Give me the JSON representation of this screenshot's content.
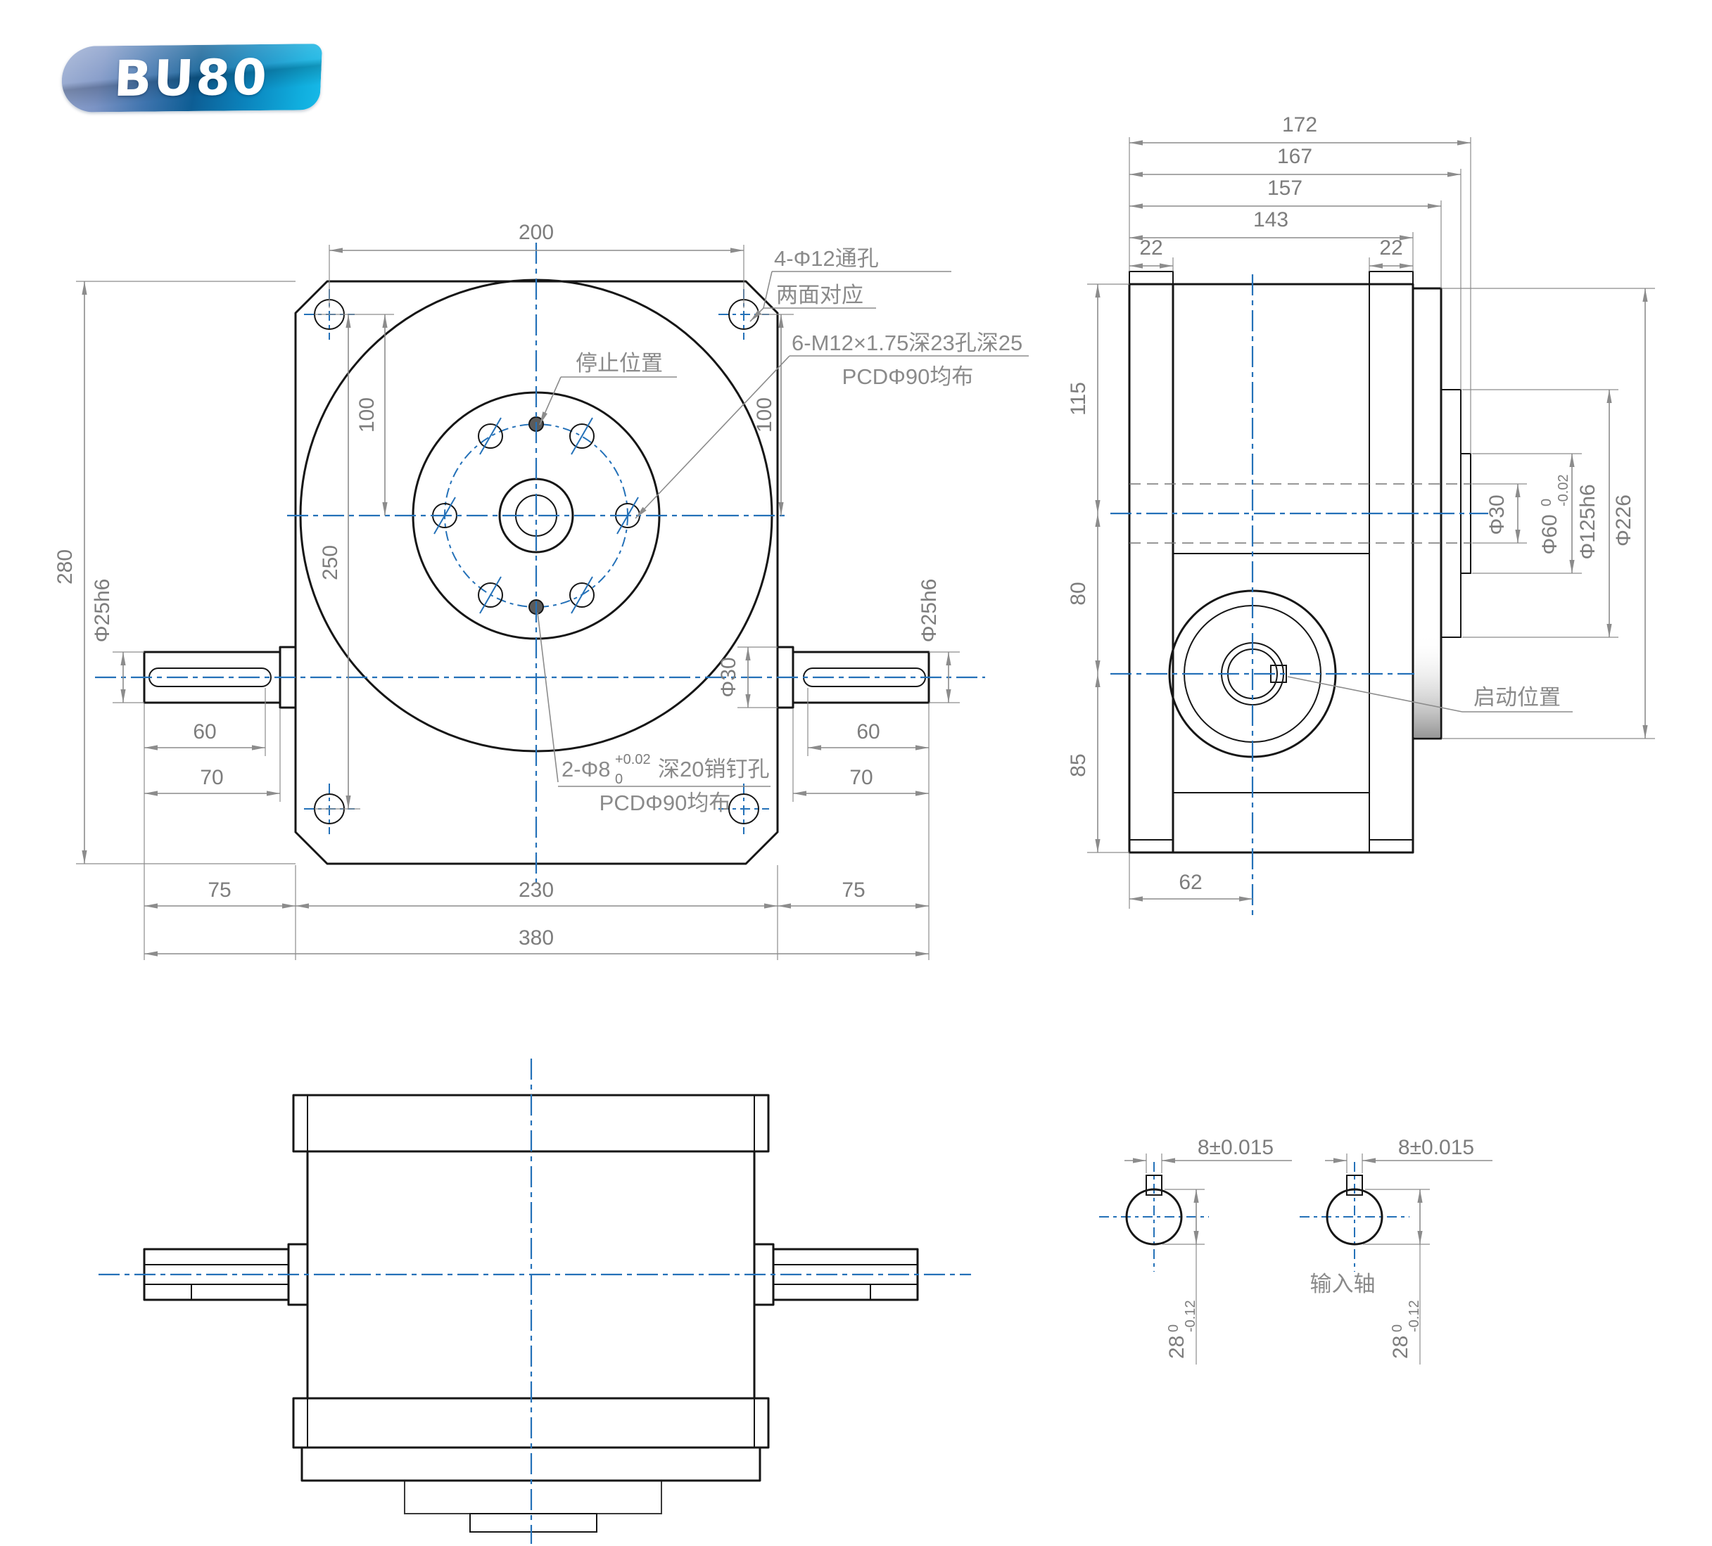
{
  "badge": {
    "model": "BU80"
  },
  "front": {
    "dim_200": "200",
    "dim_100_left": "100",
    "dim_100_right": "100",
    "dim_250": "250",
    "dim_280": "280",
    "dia_shaft_left": "Φ25h6",
    "dia_shaft_right": "Φ25h6",
    "dia_boss_right": "Φ30",
    "dim_60_left": "60",
    "dim_70_left": "70",
    "dim_60_right": "60",
    "dim_70_right": "70",
    "dim_75_left": "75",
    "dim_230": "230",
    "dim_75_right": "75",
    "dim_380": "380",
    "callout_stop": "停止位置",
    "callout_holes_1": "4-Φ12通孔",
    "callout_holes_2": "两面对应",
    "callout_tap_1": "6-M12×1.75深23孔深25",
    "callout_tap_2": "PCDΦ90均布",
    "callout_pin_pre": "2-Φ8",
    "callout_pin_sup": "+0.02",
    "callout_pin_sub": "0",
    "callout_pin_suf": "深20销钉孔",
    "callout_pin_2": "PCDΦ90均布"
  },
  "side": {
    "dim_172": "172",
    "dim_167": "167",
    "dim_157": "157",
    "dim_143": "143",
    "dim_22_left": "22",
    "dim_22_right": "22",
    "dim_115": "115",
    "dim_80": "80",
    "dim_85": "85",
    "dim_62": "62",
    "dia_30": "Φ30",
    "dia_60": "Φ60",
    "dia_60_sup": "0",
    "dia_60_sub": "-0.02",
    "dia_125": "Φ125h6",
    "dia_226": "Φ226",
    "callout_start": "启动位置"
  },
  "sections": {
    "key_left": "8±0.015",
    "key_right": "8±0.015",
    "dia_left": "28",
    "dia_left_sup": "0",
    "dia_left_sub": "-0.12",
    "dia_right": "28",
    "dia_right_sup": "0",
    "dia_right_sub": "-0.12",
    "label_input_shaft": "输入轴"
  },
  "colors": {
    "centerline_blue": "#2471b8",
    "part_line": "#161616",
    "dimension_gray": "#8c8c8c",
    "badge_blue_dark": "#0d5d94",
    "badge_cyan": "#17b9e8",
    "body_fill_blue": "#d3e3f2"
  }
}
